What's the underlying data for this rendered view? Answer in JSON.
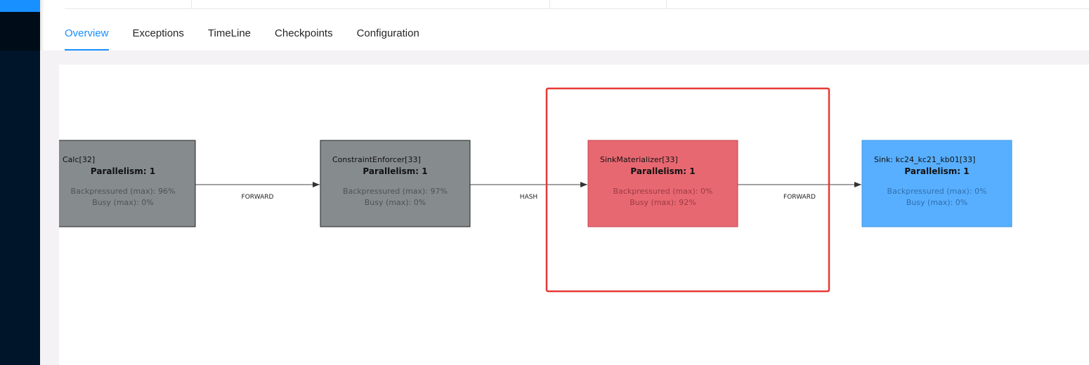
{
  "tabs": [
    {
      "label": "Overview",
      "active": true
    },
    {
      "label": "Exceptions",
      "active": false
    },
    {
      "label": "TimeLine",
      "active": false
    },
    {
      "label": "Checkpoints",
      "active": false
    },
    {
      "label": "Configuration",
      "active": false
    }
  ],
  "graph": {
    "nodes": [
      {
        "id": "calc",
        "title": "Calc[32]",
        "parallelism": "Parallelism: 1",
        "backpressured": "Backpressured (max): 96%",
        "busy": "Busy (max): 0%",
        "color": "#868b8d"
      },
      {
        "id": "constraint",
        "title": "ConstraintEnforcer[33]",
        "parallelism": "Parallelism: 1",
        "backpressured": "Backpressured (max): 97%",
        "busy": "Busy (max): 0%",
        "color": "#868b8d"
      },
      {
        "id": "sinkmat",
        "title": "SinkMaterializer[33]",
        "parallelism": "Parallelism: 1",
        "backpressured": "Backpressured (max): 0%",
        "busy": "Busy (max): 92%",
        "color": "#e86871"
      },
      {
        "id": "sink",
        "title": "Sink: kc24_kc21_kb01[33]",
        "parallelism": "Parallelism: 1",
        "backpressured": "Backpressured (max): 0%",
        "busy": "Busy (max): 0%",
        "color": "#58afff"
      }
    ],
    "edges": [
      {
        "from": "calc",
        "to": "constraint",
        "label": "FORWARD"
      },
      {
        "from": "constraint",
        "to": "sinkmat",
        "label": "HASH"
      },
      {
        "from": "sinkmat",
        "to": "sink",
        "label": "FORWARD"
      }
    ],
    "highlight_color": "#e53935"
  }
}
